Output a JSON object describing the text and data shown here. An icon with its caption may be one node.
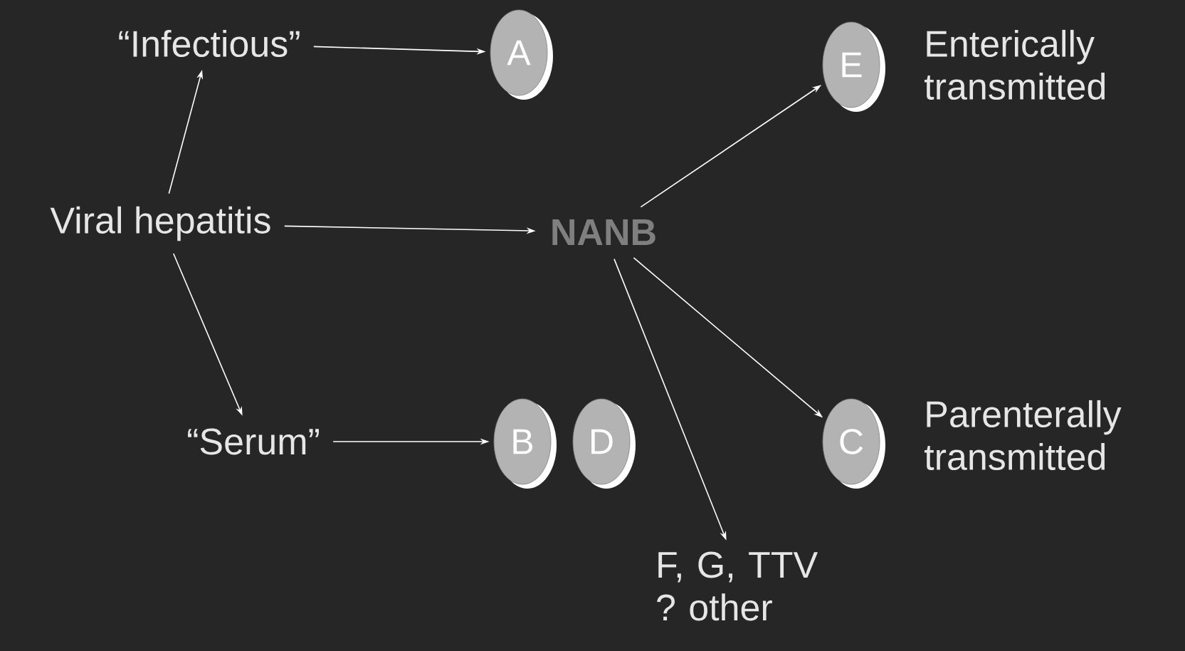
{
  "diagram": {
    "nodes": [
      {
        "text": [
          "“Infectious”"
        ]
      },
      {
        "text": [
          "A"
        ]
      },
      {
        "text": [
          "Viral hepatitis"
        ]
      },
      {
        "text": [
          "NANB"
        ]
      },
      {
        "text": [
          "E"
        ],
        "beside": [
          "Enterically transmitted"
        ]
      },
      {
        "text": [
          "“Serum”"
        ]
      },
      {
        "text": [
          "B"
        ]
      },
      {
        "text": [
          "D"
        ]
      },
      {
        "text": [
          "C"
        ],
        "beside": [
          "Parenterally transmitted"
        ]
      },
      {
        "text": [
          "F, G, TTV ? other"
        ]
      }
    ],
    "edges": [
      {
        "from": 2,
        "to": 0,
        "arrow": "to"
      },
      {
        "from": 0,
        "to": 1,
        "arrow": "to"
      },
      {
        "from": 2,
        "to": 3,
        "arrow": "to"
      },
      {
        "from": 2,
        "to": 5,
        "arrow": "to"
      },
      {
        "from": 5,
        "to": 6,
        "arrow": "to"
      },
      {
        "from": 3,
        "to": 4,
        "arrow": "to"
      },
      {
        "from": 3,
        "to": 8,
        "arrow": "to"
      },
      {
        "from": 3,
        "to": 9,
        "arrow": "to"
      }
    ]
  }
}
